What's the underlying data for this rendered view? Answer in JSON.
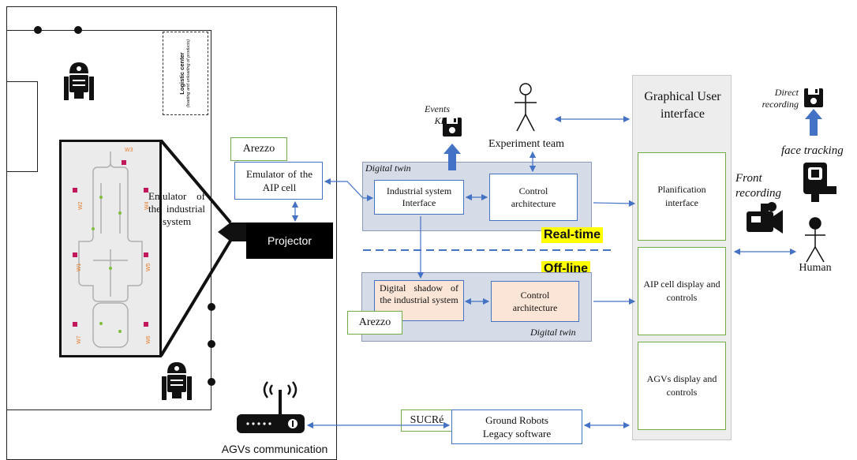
{
  "floor": {
    "logistic_title": "Logistic center",
    "logistic_sub": "(loading and unloading of products)",
    "workstations": [
      "W3",
      "W2",
      "W4",
      "W1",
      "W5",
      "W7",
      "W6"
    ]
  },
  "emulator_industrial": "Emulator of the industrial system",
  "projector": "Projector",
  "agv_comm": "AGVs communication",
  "arezzo_top": "Arezzo",
  "emulator_aip": "Emulator of the AIP cell",
  "events_kpi": [
    "Events",
    "KPI"
  ],
  "experiment_team": "Experiment team",
  "digital_twin_top": "Digital twin",
  "industrial_interface": "Industrial system Interface",
  "control_arch_top": "Control architecture",
  "real_time": "Real-time",
  "off_line": "Off-line",
  "digital_shadow": "Digital shadow of the industrial system",
  "control_arch_bottom": "Control architecture",
  "arezzo_bottom": "Arezzo",
  "digital_twin_bottom": "Digital twin",
  "sucre": "SUCRé",
  "ground_robots": "Ground Robots Legacy software",
  "gui": {
    "title": "Graphical User interface",
    "panels": [
      "Planification interface",
      "AIP cell display and controls",
      "AGVs display and controls"
    ]
  },
  "direct_recording": [
    "Direct",
    "recording"
  ],
  "face_tracking": "face tracking",
  "front_recording": [
    "Front",
    "recording"
  ],
  "human": "Human",
  "colors": {
    "twin_bg": "#d5dce8",
    "shadow_box": "#fbe5d6",
    "highlight": "#ffff00",
    "arrow_blue": "#4472c4",
    "green_border": "#70ad47",
    "gui_bg": "#ededed"
  }
}
